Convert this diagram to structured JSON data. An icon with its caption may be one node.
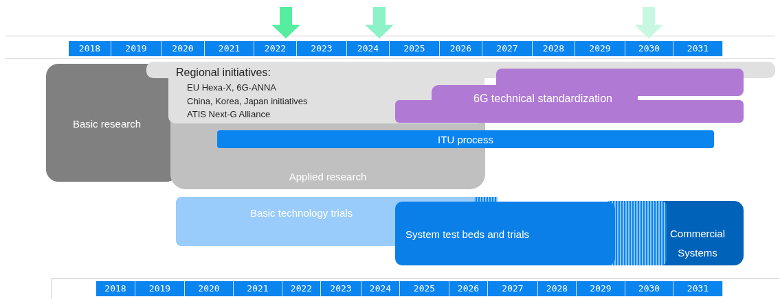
{
  "diagram": {
    "nodes": [
      {
        "text": [
          "Basic research"
        ]
      },
      {
        "text": [
          "Regional initiatives:",
          "EU Hexa-X, 6G-ANNA",
          "China, Korea, Japan initiatives",
          "ATIS Next-G Alliance"
        ]
      },
      {
        "text": [
          "6G technical standardization"
        ]
      },
      {
        "text": [
          "ITU process"
        ]
      },
      {
        "text": [
          "Applied research"
        ]
      },
      {
        "text": [
          "Basic technology trials"
        ]
      },
      {
        "text": [
          "System test beds and trials"
        ]
      },
      {
        "text": [
          "Commercial Systems"
        ]
      }
    ],
    "labels": [
      "2018",
      "2019",
      "2020",
      "2021",
      "2022",
      "2023",
      "2024",
      "2025",
      "2026",
      "2027",
      "2028",
      "2029",
      "2030",
      "2031",
      "2018",
      "2019",
      "2020",
      "2021",
      "2022",
      "2023",
      "2024",
      "2025",
      "2026",
      "2027",
      "2028",
      "2029",
      "2030",
      "2031"
    ]
  }
}
